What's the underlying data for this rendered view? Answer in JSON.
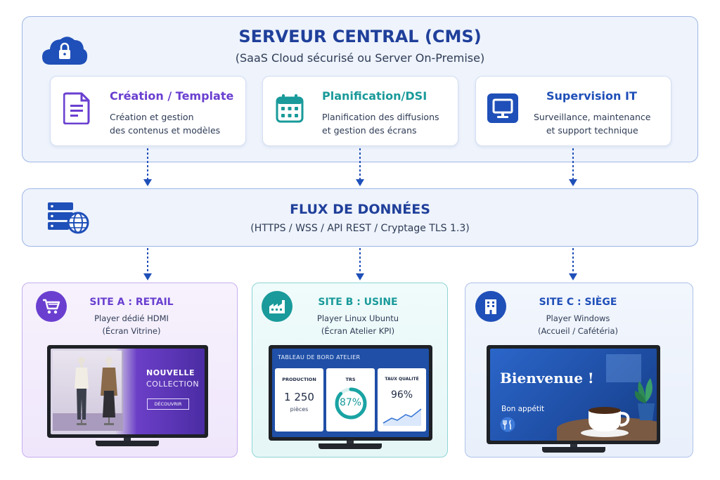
{
  "server": {
    "title": "SERVEUR CENTRAL (CMS)",
    "subtitle": "(SaaS Cloud sécurisé ou Server On-Premise)",
    "icon": "cloud-lock-icon",
    "cards": [
      {
        "title": "Création / Template",
        "desc1": "Création et gestion",
        "desc2": "des contenus et modèles",
        "icon": "document-icon",
        "color": "#6a3fd0"
      },
      {
        "title": "Planification/DSI",
        "desc1": "Planification des diffusions",
        "desc2": "et gestion des écrans",
        "icon": "calendar-icon",
        "color": "#1a9a9a"
      },
      {
        "title": "Supervision IT",
        "desc1": "Surveillance, maintenance",
        "desc2": "et support technique",
        "icon": "monitor-icon",
        "color": "#1f4fb8"
      }
    ]
  },
  "flow": {
    "title": "FLUX DE DONNÉES",
    "subtitle": "(HTTPS / WSS / API REST / Cryptage TLS 1.3)",
    "icon": "server-globe-icon"
  },
  "sites": {
    "a": {
      "title": "SITE A : RETAIL",
      "line1": "Player dédié HDMI",
      "line2": "(Écran Vitrine)",
      "icon": "shopping-cart-icon",
      "color": "#6a3fd0",
      "screen": {
        "headline1": "NOUVELLE",
        "headline2": "COLLECTION",
        "button": "DÉCOUVRIR"
      }
    },
    "b": {
      "title": "SITE B : USINE",
      "line1": "Player Linux Ubuntu",
      "line2": "(Écran Atelier KPI)",
      "icon": "factory-icon",
      "color": "#1a9a9a",
      "screen": {
        "header": "TABLEAU DE BORD ATELIER",
        "kpi1_label": "PRODUCTION",
        "kpi1_value": "1 250",
        "kpi1_unit": "pièces",
        "kpi2_label": "TRS",
        "kpi2_value": "87%",
        "kpi2_fraction": 0.87,
        "kpi3_label": "TAUX QUALITÉ",
        "kpi3_value": "96%"
      }
    },
    "c": {
      "title": "SITE C : SIÈGE",
      "line1": "Player Windows",
      "line2": "(Accueil / Cafétéria)",
      "icon": "building-icon",
      "color": "#1f4fb8",
      "screen": {
        "headline": "Bienvenue !",
        "sub": "Bon appétit",
        "icon": "cutlery-icon"
      }
    }
  },
  "colors": {
    "accent": "#1f3f9a",
    "arrow": "#1f4fb8",
    "purple": "#6a3fd0",
    "teal": "#1a9a9a",
    "blue": "#1f4fb8"
  }
}
